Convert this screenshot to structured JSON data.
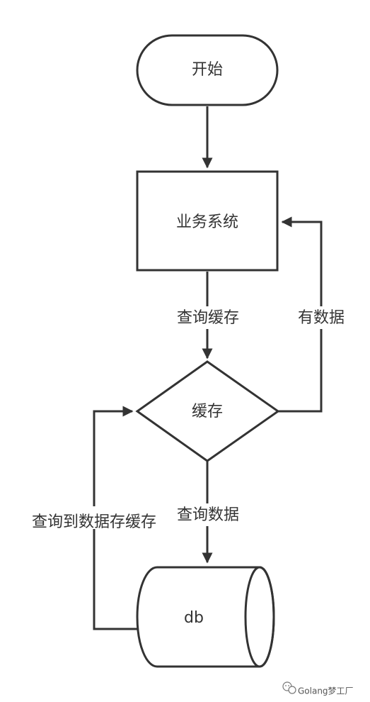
{
  "nodes": {
    "start": "开始",
    "business": "业务系统",
    "cache": "缓存",
    "db": "db"
  },
  "edges": {
    "query_cache": "查询缓存",
    "has_data": "有数据",
    "query_data": "查询数据",
    "query_to_data_store_cache": "查询到数据存缓存"
  },
  "watermark": {
    "text": "Golang梦工厂",
    "icon": "wechat-icon"
  },
  "colors": {
    "stroke": "#333333",
    "fill": "#ffffff"
  }
}
